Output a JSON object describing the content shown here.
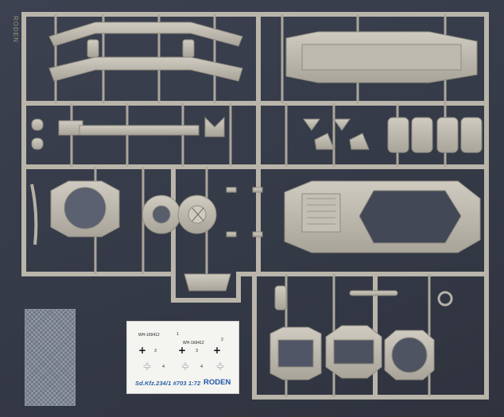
{
  "sprue": {
    "brand_label": "RODEN"
  },
  "decal_sheet": {
    "caption": "Sd.Kfz.234/1",
    "kit_number": "#703",
    "scale": "1:72",
    "brand": "RODEN",
    "numbers": [
      "1",
      "2",
      "3",
      "3",
      "4",
      "4"
    ],
    "serials": [
      "WH-169412",
      "WH-169412"
    ],
    "crosses": [
      "+",
      "+",
      "+",
      "+",
      "+",
      "+"
    ]
  }
}
